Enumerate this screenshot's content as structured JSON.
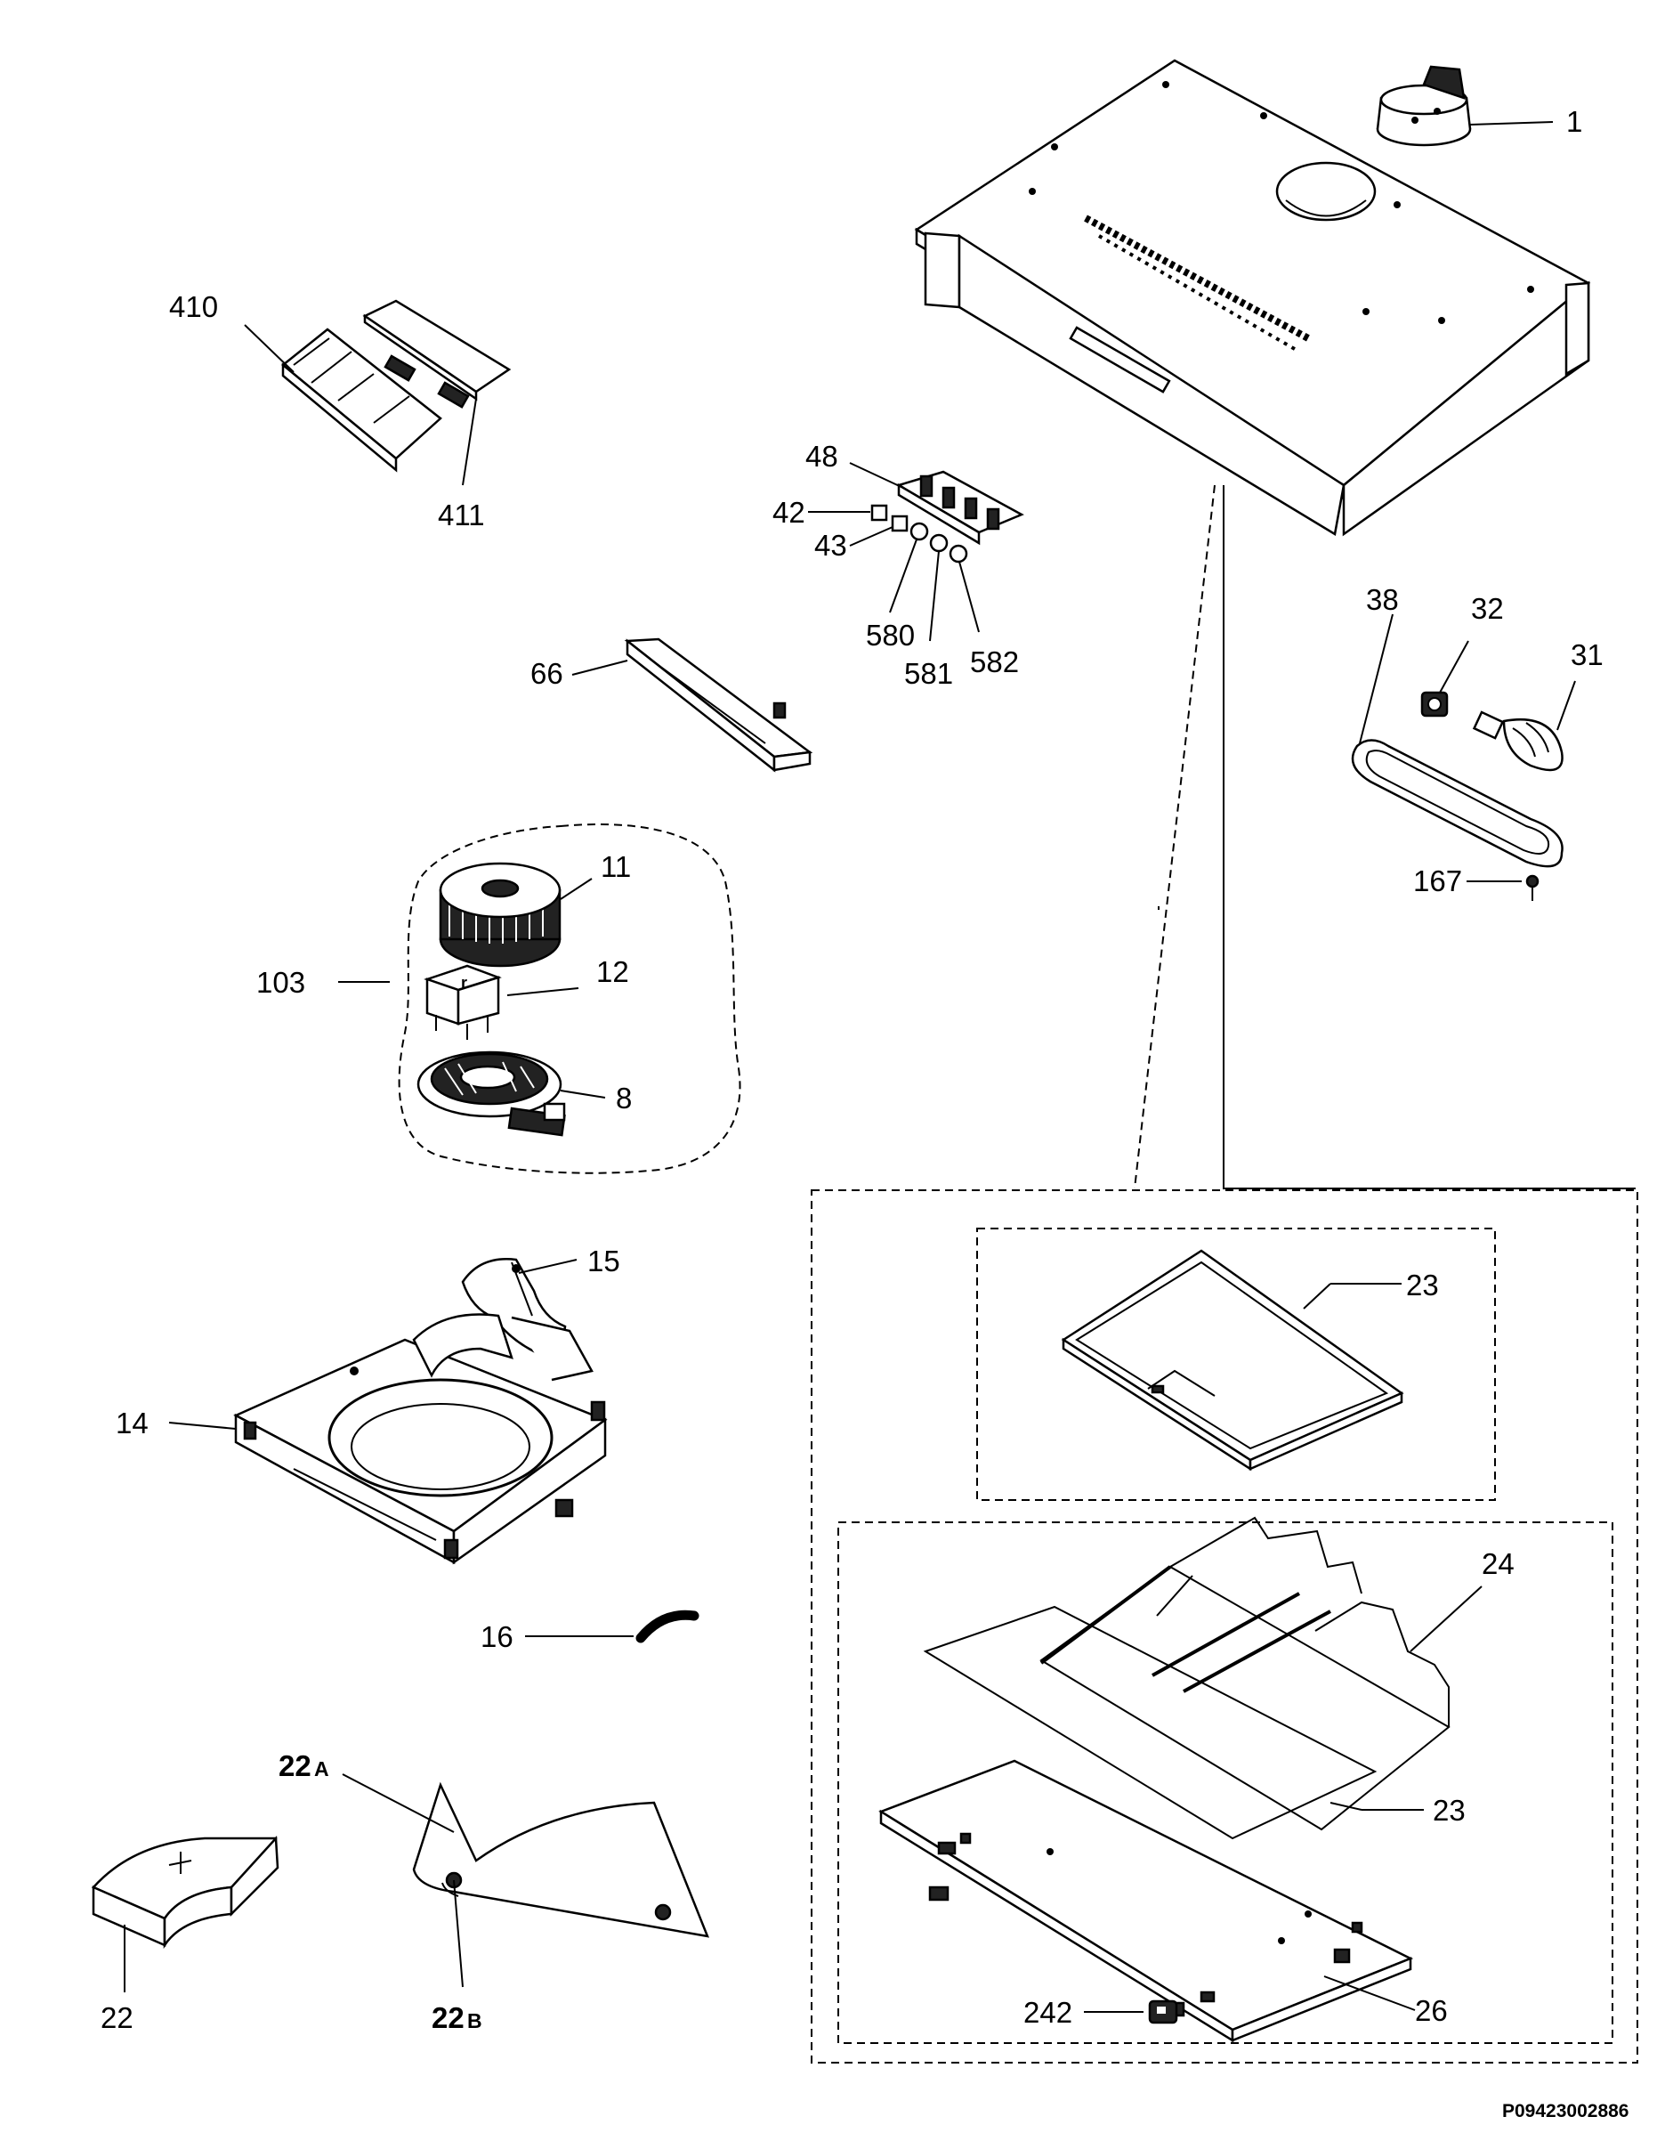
{
  "parts": {
    "p1": "1",
    "p410": "410",
    "p411": "411",
    "p48": "48",
    "p42": "42",
    "p43": "43",
    "p580": "580",
    "p581": "581",
    "p582": "582",
    "p66": "66",
    "p38": "38",
    "p32": "32",
    "p31": "31",
    "p167": "167",
    "p11": "11",
    "p103": "103",
    "p12": "12",
    "p8": "8",
    "p15": "15",
    "p14": "14",
    "p16": "16",
    "p22a_num": "22",
    "p22a_letter": "A",
    "p22": "22",
    "p22b_num": "22",
    "p22b_letter": "B",
    "p23_top": "23",
    "p24": "24",
    "p23_bottom": "23",
    "p26": "26",
    "p242": "242"
  },
  "diagram_code": "P09423002886"
}
